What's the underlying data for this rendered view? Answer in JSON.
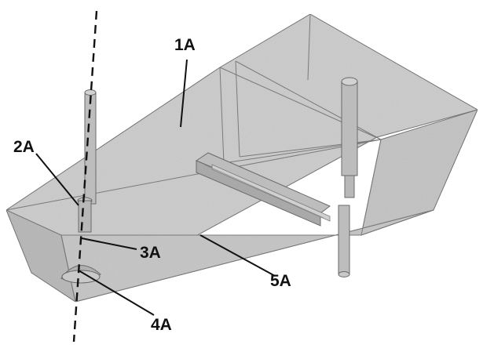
{
  "figure": {
    "labels": {
      "body": "1A",
      "left_pipe": "2A",
      "inlet_point": "3A",
      "bottom_bowl": "4A",
      "inner_channel": "5A"
    },
    "colors": {
      "surface": "#c7c7c7",
      "surface_dark": "#b0b0b0",
      "surface_light": "#d6d6d6",
      "edge": "#6a6a6a",
      "leader": "#111111",
      "axis": "#111111"
    }
  }
}
